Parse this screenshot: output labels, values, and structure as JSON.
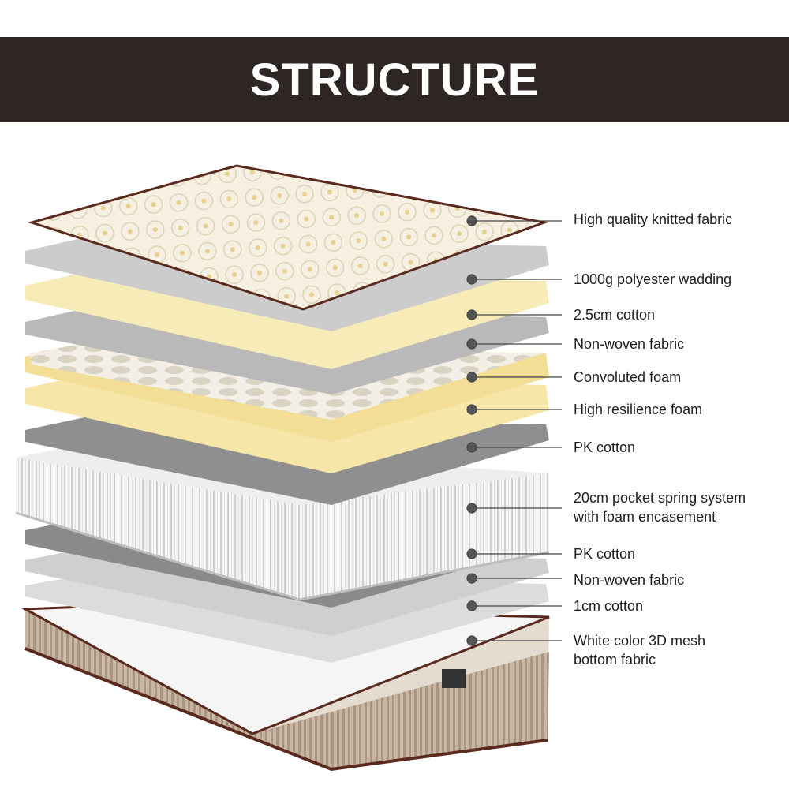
{
  "header": {
    "title": "STRUCTURE",
    "background": "#2e2623"
  },
  "layers": [
    {
      "id": "knitted-fabric",
      "label": "High quality knitted fabric"
    },
    {
      "id": "polyester-wadding",
      "label": "1000g polyester wadding"
    },
    {
      "id": "cotton-2-5cm",
      "label": "2.5cm cotton"
    },
    {
      "id": "non-woven-fabric-top",
      "label": "Non-woven fabric"
    },
    {
      "id": "convoluted-foam",
      "label": "Convoluted foam"
    },
    {
      "id": "high-resilience-foam",
      "label": "High resilience foam"
    },
    {
      "id": "pk-cotton-top",
      "label": "PK cotton"
    },
    {
      "id": "pocket-spring-system",
      "label": "20cm pocket spring system\nwith foam encasement"
    },
    {
      "id": "pk-cotton-bottom",
      "label": "PK cotton"
    },
    {
      "id": "non-woven-fabric-bottom",
      "label": "Non-woven fabric"
    },
    {
      "id": "cotton-1cm",
      "label": "1cm cotton"
    },
    {
      "id": "mesh-bottom-fabric",
      "label": "White color 3D mesh\nbottom fabric"
    }
  ]
}
